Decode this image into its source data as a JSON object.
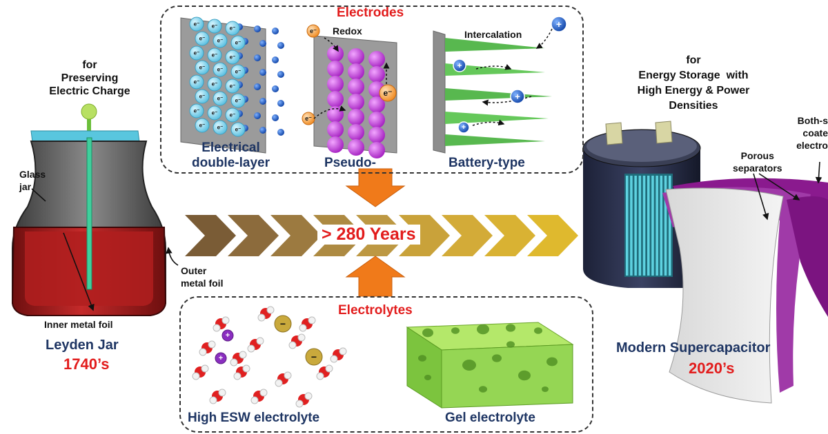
{
  "electrodes": {
    "title": "Electrodes",
    "edl_label_line1": "Electrical",
    "edl_label_line2": "double-layer",
    "pseudo_label": "Pseudo-",
    "battery_label": "Battery-type",
    "redox_label": "Redox",
    "intercalation_label": "Intercalation",
    "electron_symbol": "e⁻",
    "cation_symbol": "+"
  },
  "electrolytes": {
    "title": "Electrolytes",
    "high_esw_label": "High ESW electrolyte",
    "gel_label": "Gel electrolyte",
    "anion_symbol": "−",
    "cation_symbol": "+"
  },
  "leyden": {
    "purpose_line1": "for",
    "purpose_line2": "Preserving",
    "purpose_line3": "Electric Charge",
    "glass_line1": "Glass",
    "glass_line2": "jar",
    "outer_line1": "Outer",
    "outer_line2": "metal foil",
    "inner_label": "Inner metal foil",
    "name": "Leyden Jar",
    "year": "1740’s"
  },
  "timeline": {
    "label": "> 280 Years"
  },
  "supercap": {
    "purpose_line1": "for",
    "purpose_line2": "Energy Storage  with",
    "purpose_line3": "High Energy & Power",
    "purpose_line4": "Densities",
    "porous_line1": "Porous",
    "porous_line2": "separators",
    "coated_line1": "Both-s",
    "coated_line2": "coate",
    "coated_line3": "electro",
    "name": "Modern Supercapacitor",
    "year": "2020’s"
  },
  "colors": {
    "navy": "#1e3563",
    "red": "#e21c1c",
    "arrow_orange": "#f07a1a",
    "chevron_gold": "#c9a23a",
    "chevron_brown": "#7a5c36",
    "pseudo_sphere": "#c040d8",
    "sheet_green": "#5fc35a",
    "gel_green": "#8ed24c",
    "foil_red": "#b01e1e",
    "electrode_purple": "#8a1a8e"
  }
}
